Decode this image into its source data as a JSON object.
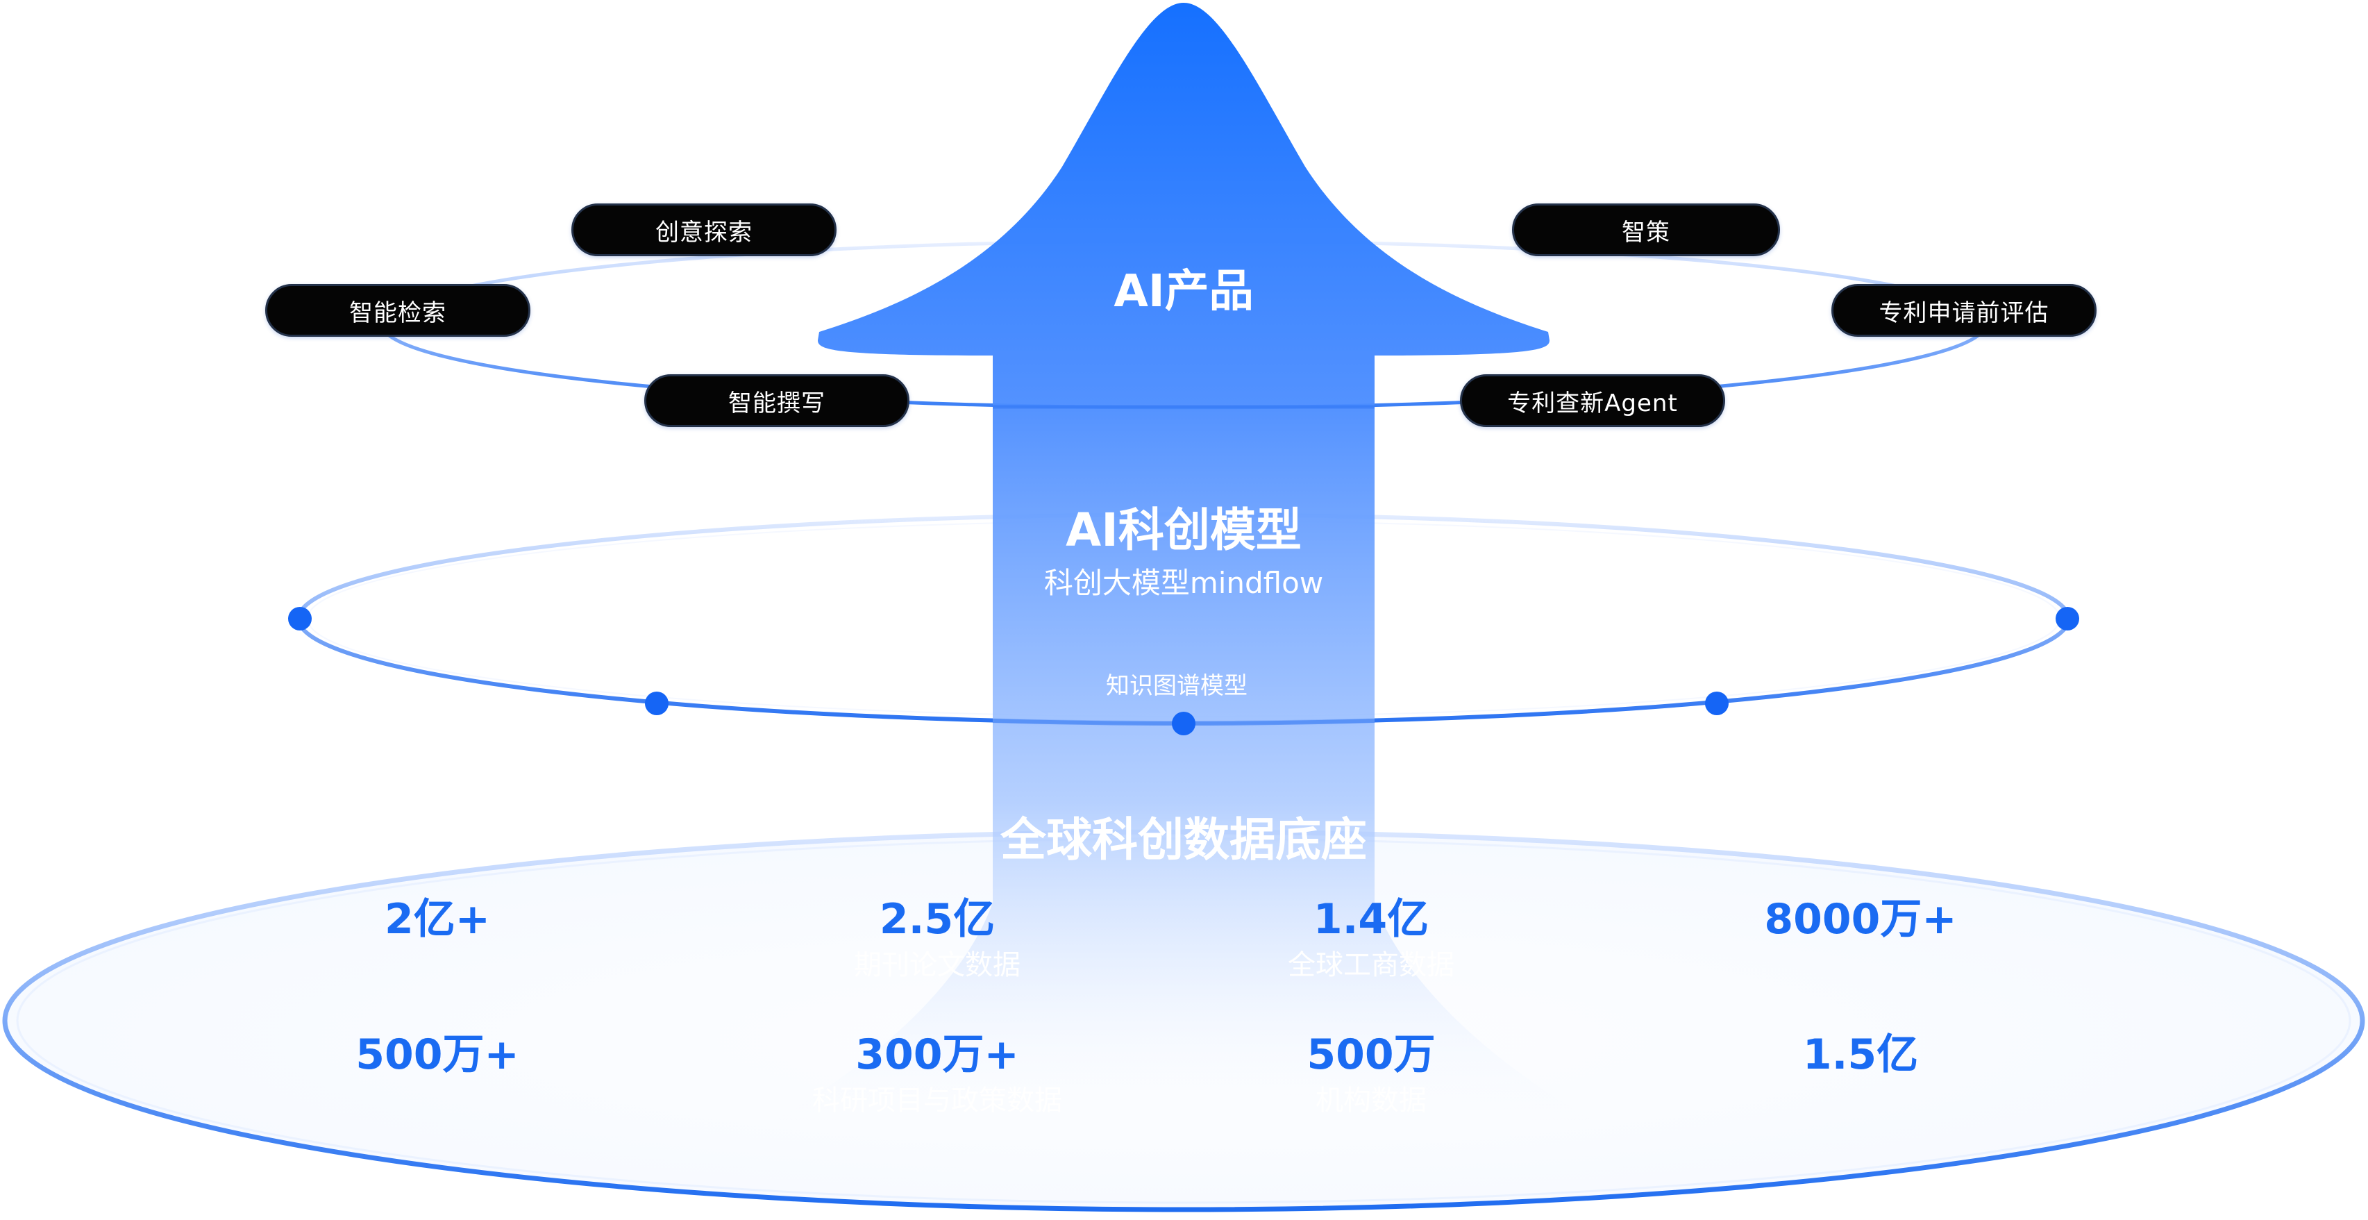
{
  "colors": {
    "accent": "#1a6bf2",
    "arrow_top": "#1570ff",
    "pill_bg": "#050505",
    "text_on_arrow": "#ffffff"
  },
  "products": {
    "title": "AI产品",
    "items": [
      {
        "label": "创意探索"
      },
      {
        "label": "智能检索"
      },
      {
        "label": "智能撰写"
      },
      {
        "label": "智策"
      },
      {
        "label": "专利申请前评估"
      },
      {
        "label": "专利查新Agent"
      }
    ]
  },
  "models": {
    "title": "AI科创模型",
    "subtitle": "科创大模型mindflow",
    "node_label": "知识图谱模型"
  },
  "data_base": {
    "title": "全球科创数据底座",
    "stats": [
      {
        "value": "2亿+",
        "label": ""
      },
      {
        "value": "2.5亿",
        "label": "期刊论文数据"
      },
      {
        "value": "1.4亿",
        "label": "全球工商数据"
      },
      {
        "value": "8000万+",
        "label": ""
      },
      {
        "value": "500万+",
        "label": ""
      },
      {
        "value": "300万+",
        "label": "科研项目与政策数据"
      },
      {
        "value": "500万",
        "label": "机构数据"
      },
      {
        "value": "1.5亿",
        "label": ""
      }
    ]
  }
}
